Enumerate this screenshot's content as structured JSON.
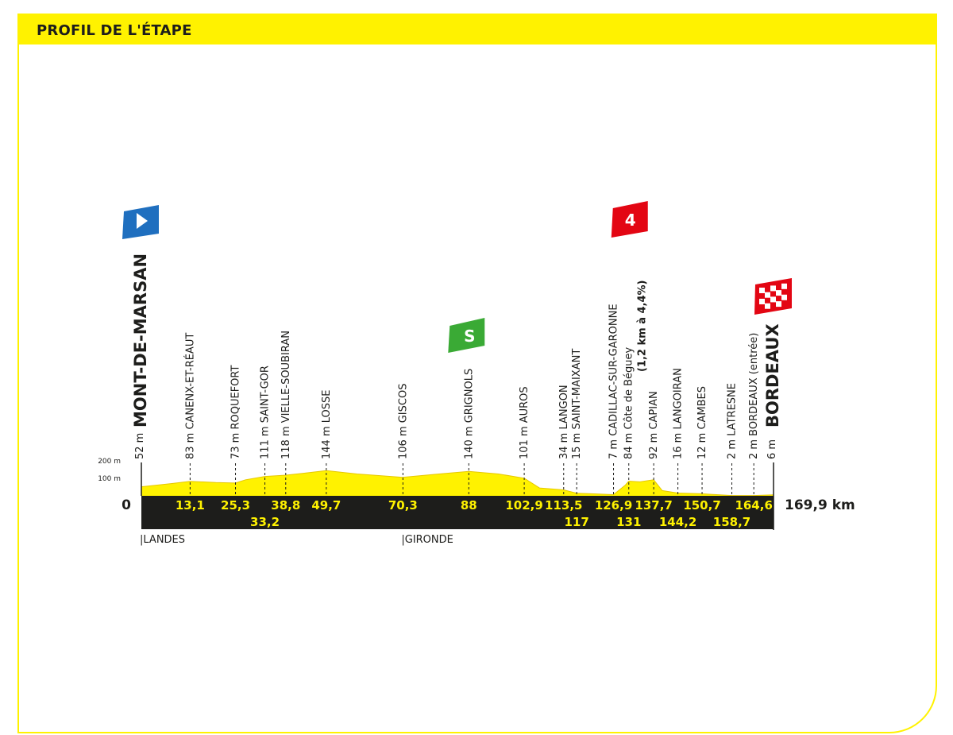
{
  "header": {
    "title": "PROFIL DE L'ÉTAPE"
  },
  "colors": {
    "yellow": "#fff200",
    "dark": "#1d1d1b",
    "blue": "#1f6fbf",
    "green": "#3aaa35",
    "red": "#e30613"
  },
  "chart_data": {
    "type": "area",
    "title": "",
    "xlabel": "",
    "ylabel": "",
    "x_unit": "km",
    "y_unit": "m",
    "xlim": [
      0,
      169.9
    ],
    "ylim": [
      0,
      200
    ],
    "y_ticks": [
      "200 m",
      "100 m"
    ],
    "zero_label": "0",
    "total_label": "169,9 km",
    "series": [
      {
        "x": [
          0,
          8,
          13.1,
          20,
          25.3,
          28,
          33.2,
          38.8,
          44,
          49.7,
          58,
          70.3,
          80,
          88,
          96,
          102.9,
          107,
          113.5,
          117,
          121,
          126.9,
          130,
          131,
          134,
          137.7,
          140,
          144.2,
          150.7,
          158.7,
          164.6,
          169.9
        ],
        "y": [
          52,
          70,
          83,
          76,
          73,
          92,
          111,
          118,
          130,
          144,
          125,
          106,
          125,
          140,
          125,
          101,
          45,
          34,
          15,
          12,
          7,
          60,
          84,
          80,
          92,
          30,
          16,
          12,
          2,
          2,
          6
        ]
      }
    ],
    "points": [
      {
        "km": 0,
        "km_label": "",
        "row": 0,
        "label": "52 m",
        "name": "MONT-DE-MARSAN",
        "big": true
      },
      {
        "km": 13.1,
        "km_label": "13,1",
        "row": 0,
        "label": "83 m CANENX-ET-RÉAUT"
      },
      {
        "km": 25.3,
        "km_label": "25,3",
        "row": 0,
        "label": "73 m ROQUEFORT"
      },
      {
        "km": 33.2,
        "km_label": "33,2",
        "row": 1,
        "label": "111 m SAINT-GOR"
      },
      {
        "km": 38.8,
        "km_label": "38,8",
        "row": 0,
        "label": "118 m VIELLE-SOUBIRAN"
      },
      {
        "km": 49.7,
        "km_label": "49,7",
        "row": 0,
        "label": "144 m LOSSE"
      },
      {
        "km": 70.3,
        "km_label": "70,3",
        "row": 0,
        "label": "106 m GISCOS"
      },
      {
        "km": 88,
        "km_label": "88",
        "row": 0,
        "label": "140 m GRIGNOLS"
      },
      {
        "km": 102.9,
        "km_label": "102,9",
        "row": 0,
        "label": "101 m AUROS"
      },
      {
        "km": 113.5,
        "km_label": "113,5",
        "row": 0,
        "label": "34 m LANGON"
      },
      {
        "km": 117,
        "km_label": "117",
        "row": 1,
        "label": "15 m SAINT-MAIXANT"
      },
      {
        "km": 126.9,
        "km_label": "126,9",
        "row": 0,
        "label": "7 m CADILLAC-SUR-GARONNE"
      },
      {
        "km": 131,
        "km_label": "131",
        "row": 1,
        "label": "84 m Côte de Béguey",
        "label_extra": "(1,2 km à 4,4%)"
      },
      {
        "km": 137.7,
        "km_label": "137,7",
        "row": 0,
        "label": "92 m CAPIAN"
      },
      {
        "km": 144.2,
        "km_label": "144,2",
        "row": 1,
        "label": "16 m LANGOIRAN"
      },
      {
        "km": 150.7,
        "km_label": "150,7",
        "row": 0,
        "label": "12 m CAMBES"
      },
      {
        "km": 158.7,
        "km_label": "158,7",
        "row": 1,
        "label": "2 m LATRESNE"
      },
      {
        "km": 164.6,
        "km_label": "164,6",
        "row": 0,
        "label": "2 m BORDEAUX (entrée)"
      },
      {
        "km": 169.9,
        "km_label": "",
        "row": 0,
        "label": "6 m",
        "name": "BORDEAUX",
        "big": true
      }
    ],
    "regions": [
      {
        "km": 0,
        "label": "|LANDES"
      },
      {
        "km": 70.3,
        "label": "|GIRONDE"
      }
    ],
    "markers": [
      {
        "type": "start-flag",
        "km": 0,
        "icon": "play-icon"
      },
      {
        "type": "sprint",
        "km": 88,
        "label": "S"
      },
      {
        "type": "climb",
        "km": 131,
        "label": "4"
      },
      {
        "type": "finish-flag",
        "km": 169.9,
        "icon": "checkered-flag-icon"
      }
    ]
  }
}
